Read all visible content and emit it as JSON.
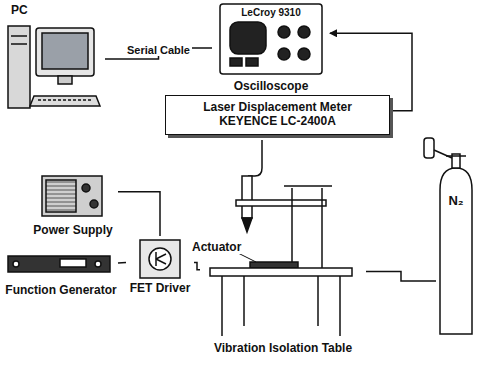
{
  "diagram": {
    "nodes": [
      {
        "text": [
          "PC"
        ]
      },
      {
        "text": [
          "LeCroy 9310",
          "Oscilloscope"
        ]
      },
      {
        "text": [
          "Laser Displacement Meter KEYENCE LC-2400A"
        ]
      },
      {
        "text": [
          "Power Supply"
        ]
      },
      {
        "text": [
          "Function Generator"
        ]
      },
      {
        "text": [
          "FET Driver"
        ]
      },
      {
        "text": [
          "Vibration Isolation Table"
        ]
      },
      {
        "text": [
          "N₂"
        ]
      }
    ],
    "edges": [
      {
        "from": 0,
        "to": 1,
        "label": "Serial Cable",
        "arrow": "none"
      },
      {
        "from": 2,
        "to": 1,
        "arrow": "to"
      },
      {
        "from": 3,
        "to": 5,
        "arrow": "none"
      },
      {
        "from": 4,
        "to": 5,
        "arrow": "none"
      },
      {
        "from": 5,
        "to": 6,
        "arrow": "none"
      },
      {
        "from": 7,
        "to": 6,
        "arrow": "none"
      }
    ],
    "labels": [
      "Actuator"
    ]
  }
}
